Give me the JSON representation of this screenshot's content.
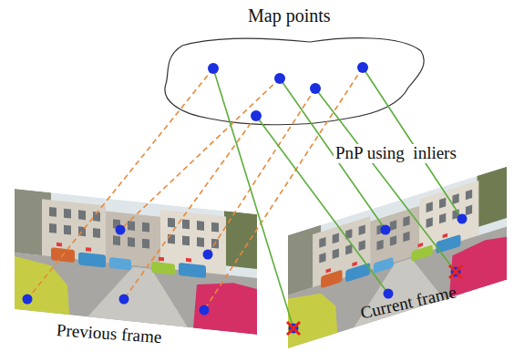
{
  "diagram": {
    "labels": [
      "Map points",
      "PnP using  inliers",
      "Previous frame",
      "Current frame"
    ]
  }
}
